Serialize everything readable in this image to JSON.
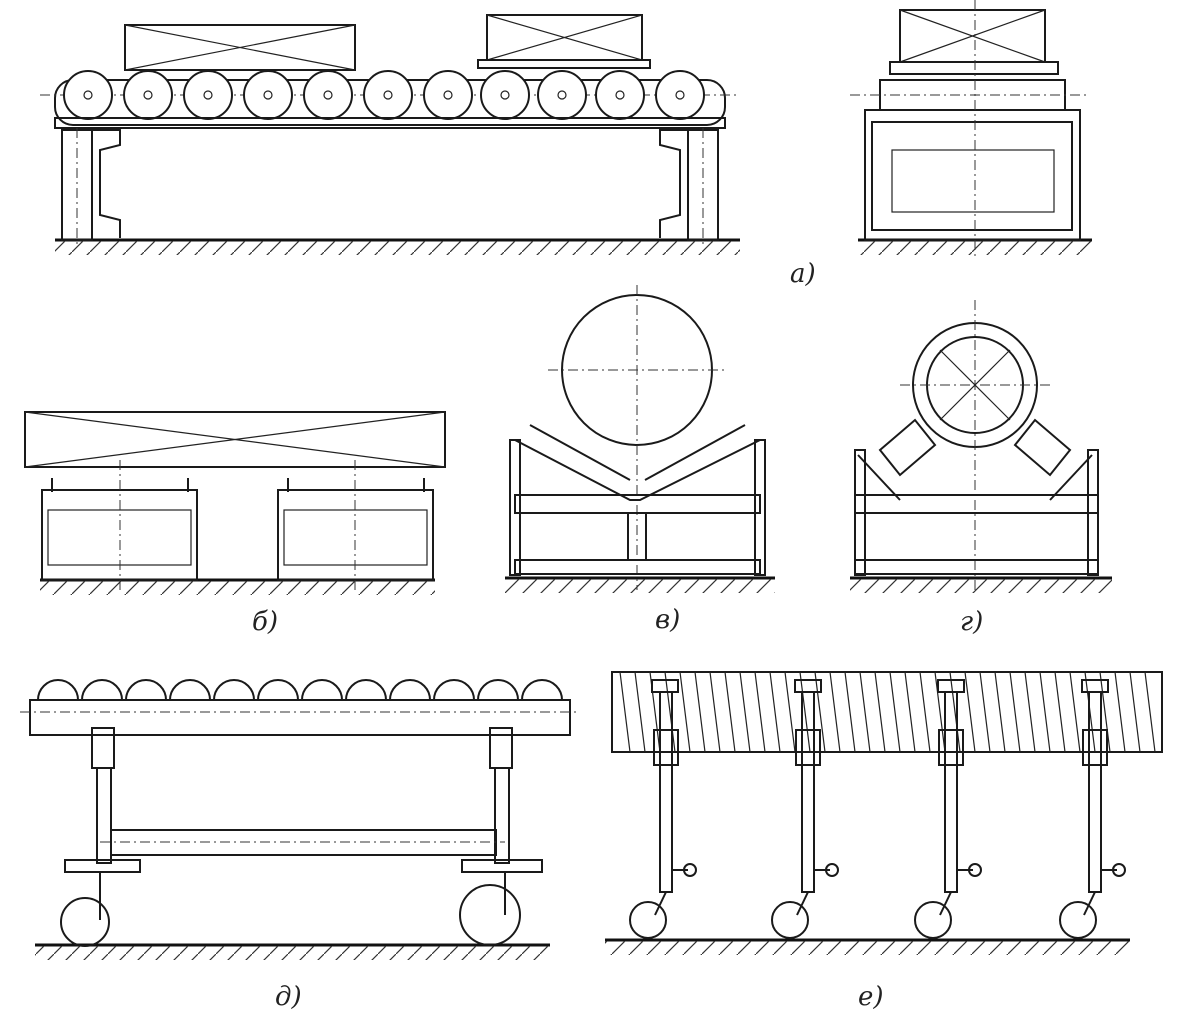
{
  "figure": {
    "labels": {
      "a": "а)",
      "b": "б)",
      "v": "в)",
      "g": "г)",
      "d": "д)",
      "e": "е)"
    }
  }
}
